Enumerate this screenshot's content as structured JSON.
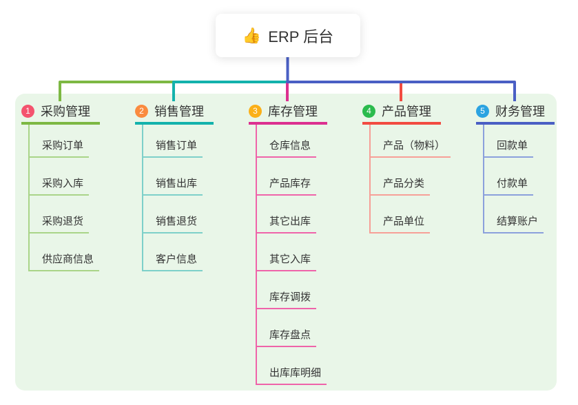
{
  "root": {
    "icon": "👍",
    "icon_name": "thumbs-up-icon",
    "label": "ERP 后台"
  },
  "branches": [
    {
      "badge": "1",
      "title": "采购管理",
      "badge_color": "#f4536e",
      "line_color": "#7db843",
      "child_line_color": "#a9d488",
      "children": [
        "采购订单",
        "采购入库",
        "采购退货",
        "供应商信息"
      ]
    },
    {
      "badge": "2",
      "title": "销售管理",
      "badge_color": "#fa8b3f",
      "line_color": "#13b2ac",
      "child_line_color": "#7dd0c9",
      "children": [
        "销售订单",
        "销售出库",
        "销售退货",
        "客户信息"
      ]
    },
    {
      "badge": "3",
      "title": "库存管理",
      "badge_color": "#fbb018",
      "line_color": "#dc3090",
      "child_line_color": "#ef63a9",
      "children": [
        "仓库信息",
        "产品库存",
        "其它出库",
        "其它入库",
        "库存调拨",
        "库存盘点",
        "出库库明细"
      ]
    },
    {
      "badge": "4",
      "title": "产品管理",
      "badge_color": "#2bbb4d",
      "line_color": "#f24b41",
      "child_line_color": "#f79f97",
      "children": [
        "产品（物料）",
        "产品分类",
        "产品单位"
      ]
    },
    {
      "badge": "5",
      "title": "财务管理",
      "badge_color": "#2ba3e1",
      "line_color": "#4a5fc4",
      "child_line_color": "#8ba0dc",
      "children": [
        "回款单",
        "付款单",
        "结算账户"
      ]
    }
  ],
  "colors": {
    "panel_bg": "#e9f6e8",
    "root_edge": "#4a5fc4",
    "text": "#333333"
  }
}
